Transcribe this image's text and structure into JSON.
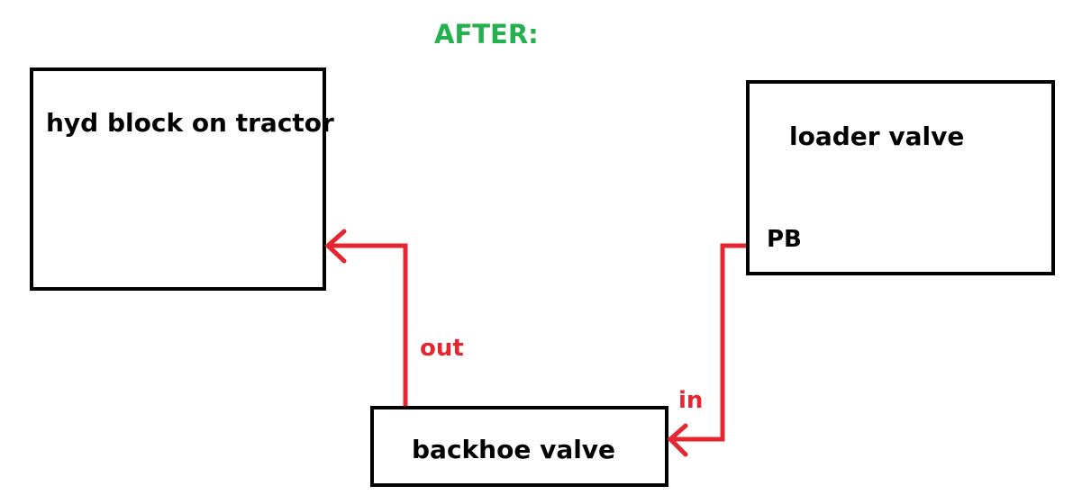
{
  "title": "AFTER:",
  "blocks": {
    "hyd": "hyd block on tractor",
    "loader": "loader valve",
    "pb": "PB",
    "backhoe": "backhoe valve"
  },
  "connections": {
    "out_label": "out",
    "in_label": "in"
  },
  "colors": {
    "title": "#22b14c",
    "line": "#e3262f",
    "box_border": "#000000"
  }
}
